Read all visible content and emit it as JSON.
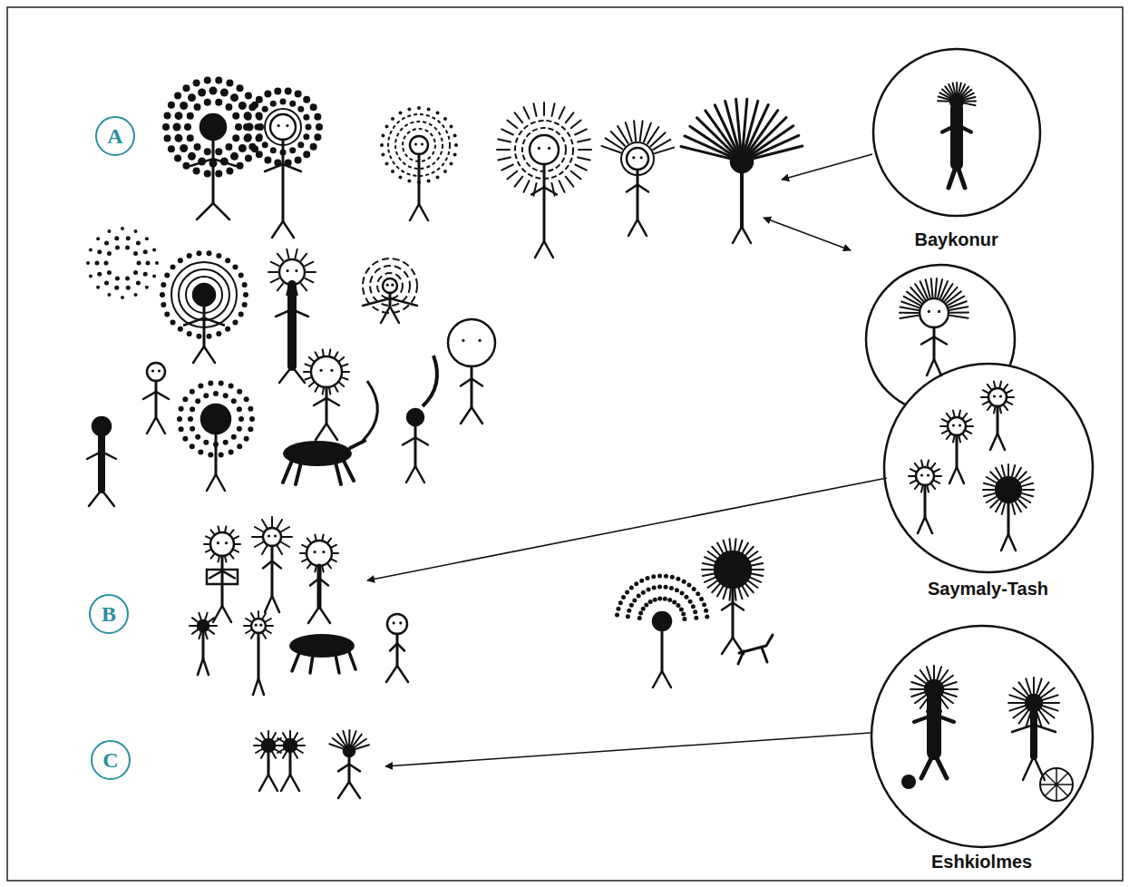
{
  "diagram": {
    "nodes": [
      {
        "text": [
          "A"
        ]
      },
      {
        "text": [
          "Baykonur"
        ]
      },
      {
        "text": [
          "Saymaly-Tash"
        ]
      },
      {
        "text": [
          "B"
        ]
      },
      {
        "text": [
          "C"
        ]
      },
      {
        "text": [
          "Eshkiolmes"
        ]
      }
    ]
  }
}
